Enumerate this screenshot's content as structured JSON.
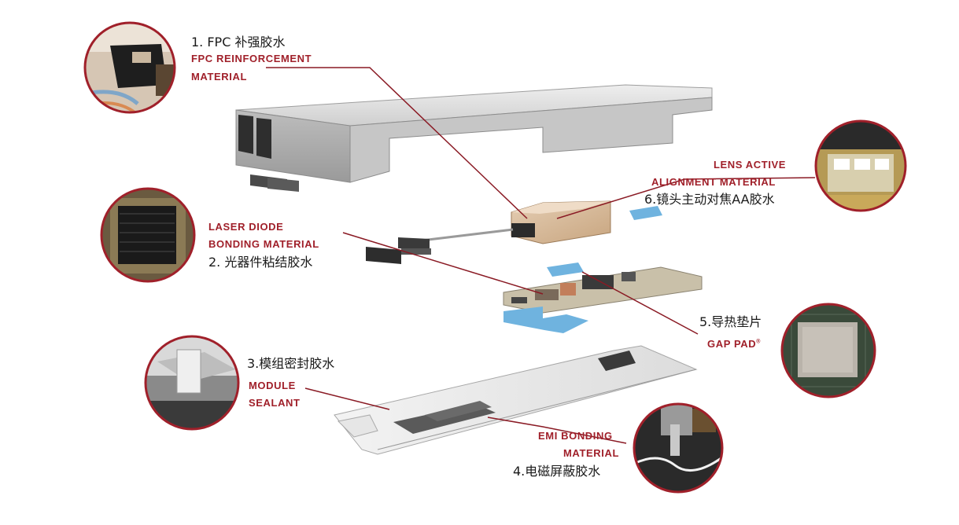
{
  "colors": {
    "accent_red": "#a0202a",
    "leader_line": "#8a1a24",
    "thermal_pad": "#6fb3df",
    "housing": "#d9d9d9"
  },
  "callouts": [
    {
      "id": "fpc",
      "cn": "1. FPC 补强胶水",
      "en_line1": "FPC REINFORCEMENT",
      "en_line2": "MATERIAL"
    },
    {
      "id": "laser",
      "en_line1": "LASER DIODE",
      "en_line2": "BONDING MATERIAL",
      "cn": "2. 光器件粘结胶水"
    },
    {
      "id": "module",
      "cn": "3.模组密封胶水",
      "en_line1": "MODULE",
      "en_line2": "SEALANT"
    },
    {
      "id": "emi",
      "en_line1": "EMI BONDING",
      "en_line2": "MATERIAL",
      "cn": "4.电磁屏蔽胶水"
    },
    {
      "id": "gap",
      "cn": "5.导热垫片",
      "en_line1": "GAP PAD",
      "en_mark": "®"
    },
    {
      "id": "lens",
      "en_line1": "LENS ACTIVE",
      "en_line2": "ALIGNMENT MATERIAL",
      "cn": "6.镜头主动对焦AA胶水"
    }
  ]
}
